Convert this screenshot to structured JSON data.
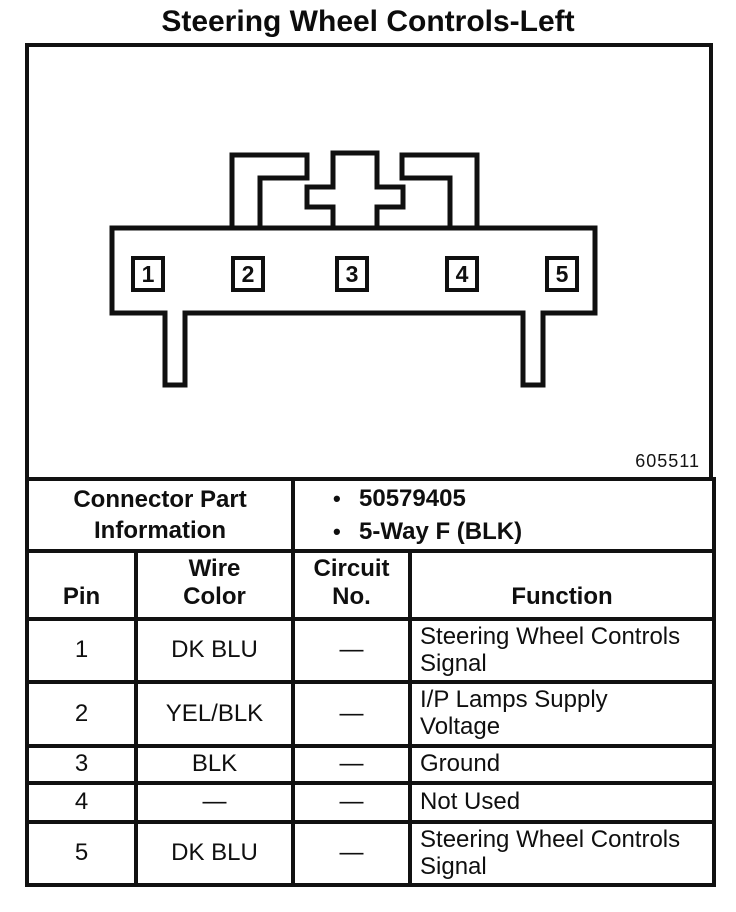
{
  "title": "Steering Wheel Controls-Left",
  "ink_color": "#111111",
  "diagram": {
    "figure_number": "605511",
    "connector": {
      "pins": [
        "1",
        "2",
        "3",
        "4",
        "5"
      ]
    }
  },
  "table": {
    "part_info": {
      "label": "Connector Part\nInformation",
      "bullet": "•",
      "items": [
        "50579405",
        "5-Way F (BLK)"
      ]
    },
    "headers": [
      "Pin",
      "Wire\nColor",
      "Circuit\nNo.",
      "Function"
    ],
    "rows": [
      {
        "pin": "1",
        "wire_color": "DK BLU",
        "circuit_no": "—",
        "function": "Steering Wheel Controls\nSignal"
      },
      {
        "pin": "2",
        "wire_color": "YEL/BLK",
        "circuit_no": "—",
        "function": "I/P Lamps Supply\nVoltage"
      },
      {
        "pin": "3",
        "wire_color": "BLK",
        "circuit_no": "—",
        "function": "Ground"
      },
      {
        "pin": "4",
        "wire_color": "—",
        "circuit_no": "—",
        "function": "Not Used"
      },
      {
        "pin": "5",
        "wire_color": "DK BLU",
        "circuit_no": "—",
        "function": "Steering Wheel Controls\nSignal"
      }
    ]
  }
}
